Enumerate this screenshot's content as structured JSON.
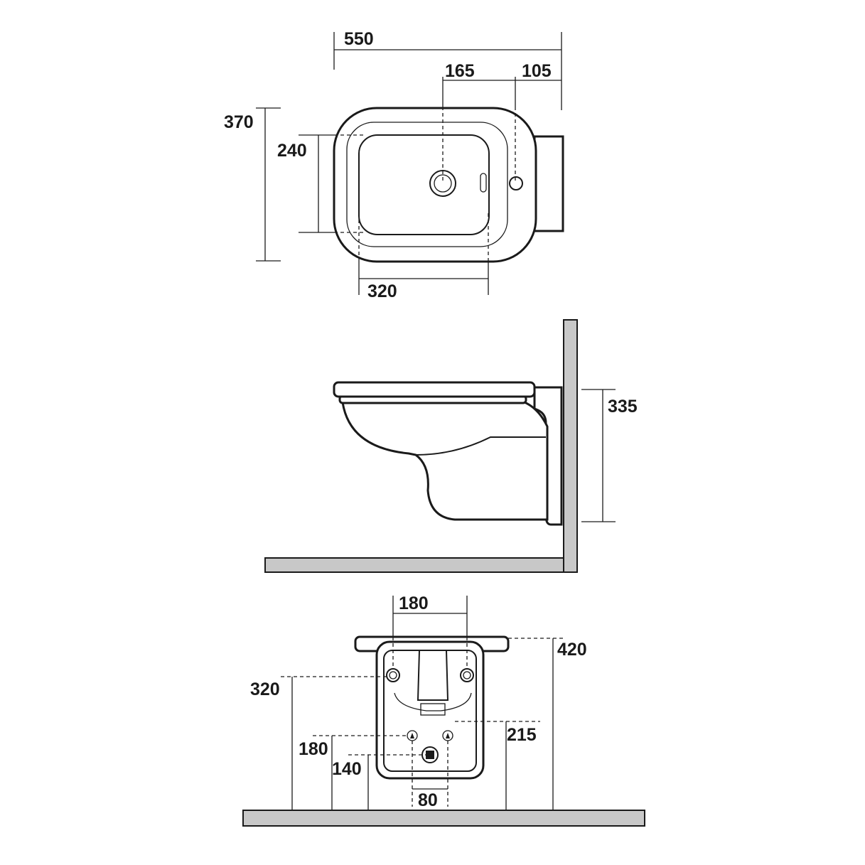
{
  "views": {
    "top": {
      "width": "550",
      "drain_offset": "165",
      "tap_offset": "105",
      "depth": "370",
      "basin_depth": "240",
      "basin_width": "320"
    },
    "side": {
      "height_to_rim": "335"
    },
    "rear": {
      "fixing_spacing": "180",
      "overall_height": "420",
      "fixing_height": "320",
      "inlet_height": "215",
      "supply_height": "180",
      "waste_height": "140",
      "supply_spacing": "80"
    }
  }
}
